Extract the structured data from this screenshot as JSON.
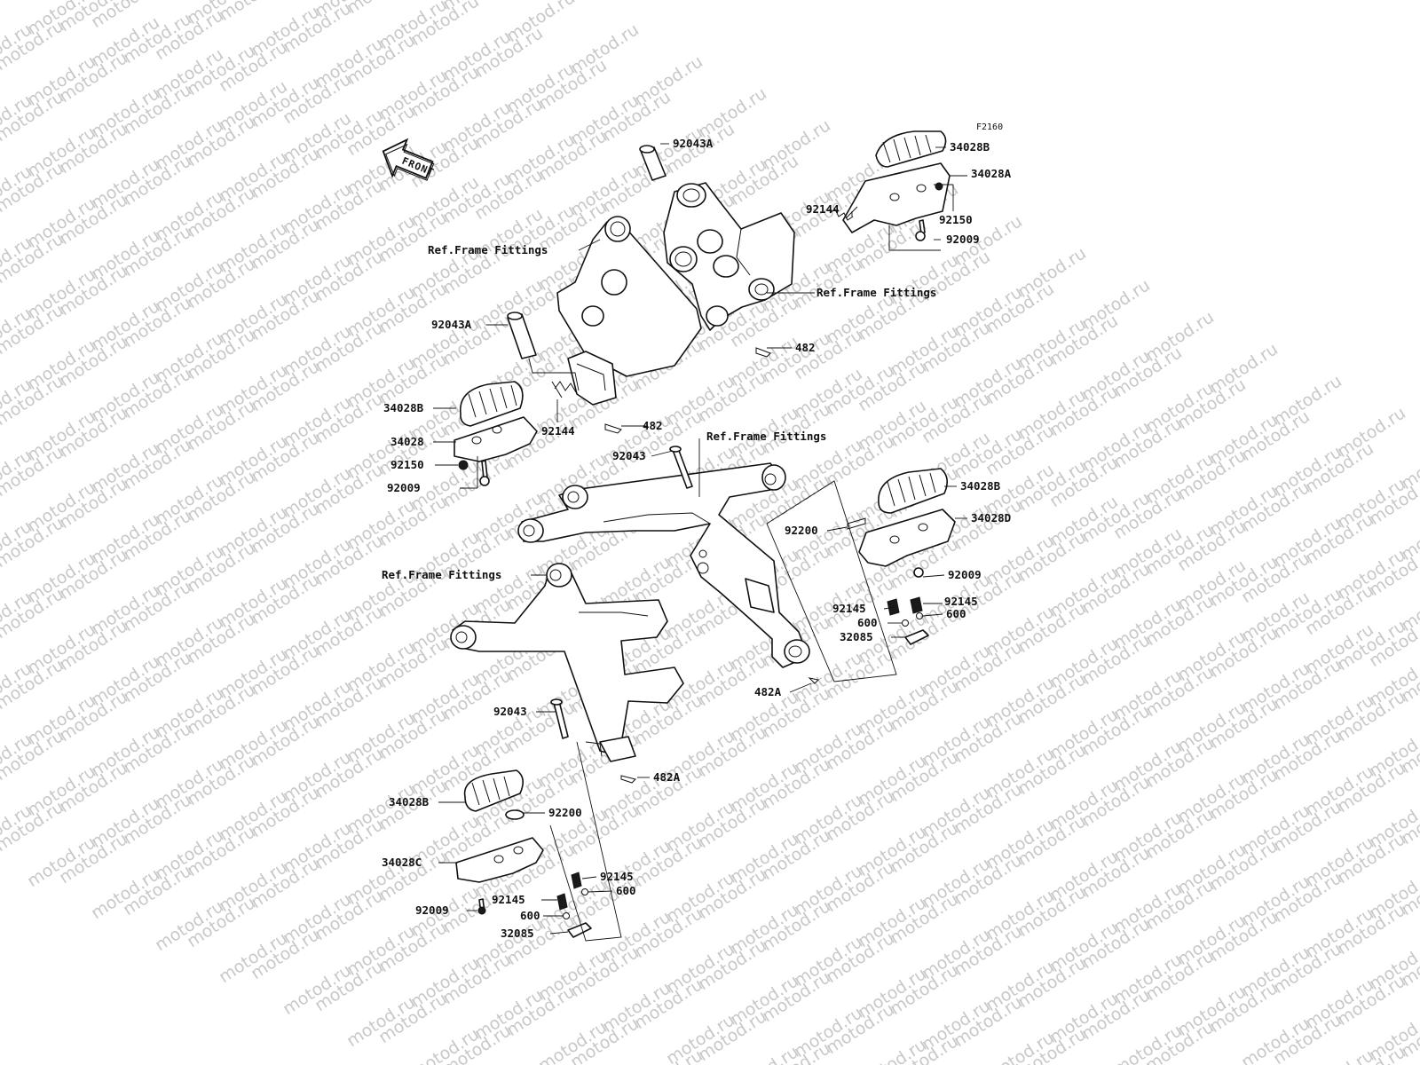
{
  "diagram_code": "F2160",
  "front_label": "FRONT",
  "watermark_text": "motod.ru",
  "labels": {
    "p92043A_top": "92043A",
    "p34028B_tr": "34028B",
    "p34028A": "34028A",
    "p92144_tr": "92144",
    "p92150_tr": "92150",
    "p92009_tr": "92009",
    "ref_frame_left_top": "Ref.Frame Fittings",
    "ref_frame_right_top": "Ref.Frame Fittings",
    "p92043A_left": "92043A",
    "p482_right": "482",
    "p34028B_l": "34028B",
    "p92144_l": "92144",
    "p482_left": "482",
    "p34028": "34028",
    "p92150_l": "92150",
    "p92009_l": "92009",
    "p92043_mid": "92043",
    "ref_frame_mid": "Ref.Frame Fittings",
    "p34028B_r2": "34028B",
    "p92200_r": "92200",
    "p34028D": "34028D",
    "p92009_r2": "92009",
    "ref_frame_left_mid": "Ref.Frame Fittings",
    "p92145_r_a": "92145",
    "p92145_r_b": "92145",
    "p600_r_a": "600",
    "p600_r_b": "600",
    "p32085_r": "32085",
    "p482A_r": "482A",
    "p92043_bot": "92043",
    "p482A_bot": "482A",
    "p34028B_bot": "34028B",
    "p92200_bot": "92200",
    "p34028C": "34028C",
    "p92145_bot_a": "92145",
    "p600_bot_a": "600",
    "p92145_bot_b": "92145",
    "p92009_bot": "92009",
    "p600_bot_b": "600",
    "p32085_bot": "32085"
  }
}
